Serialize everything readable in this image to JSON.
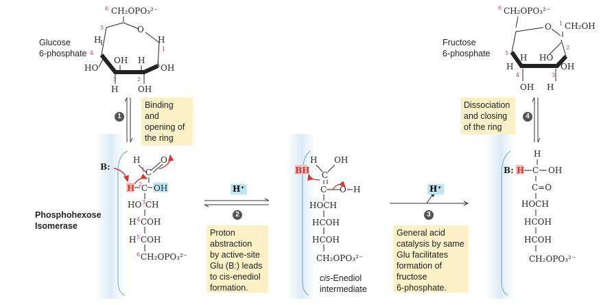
{
  "labels": {
    "glucose": "Glucose\n6-phosphate",
    "fructose": "Fructose\n6-phosphate",
    "enzyme": "Phosphohexose\nIsomerase",
    "intermediate_italic": "cis",
    "intermediate_rest": "-Enediol\nintermediate"
  },
  "steps": {
    "s1": {
      "num": "1",
      "text": "Binding and\nopening of\nthe ring"
    },
    "s2": {
      "num": "2",
      "text": "Proton\nabstraction\nby active-site\nGlu (B:) leads\nto cis-enediol\nformation."
    },
    "s3": {
      "num": "3",
      "text": "General acid\ncatalysis by same\nGlu facilitates\nformation of\nfructose\n6-phosphate."
    },
    "s4": {
      "num": "4",
      "text": "Dissociation\nand closing\nof the ring"
    }
  },
  "h_plus": "H⁺",
  "colors": {
    "note_bg": "#fbf0c6",
    "hplus_bg": "#bfe6f4",
    "arrow_red": "#d9342b",
    "locant_pink": "#d6287a",
    "enzyme_glow": "#d7e9f5"
  }
}
